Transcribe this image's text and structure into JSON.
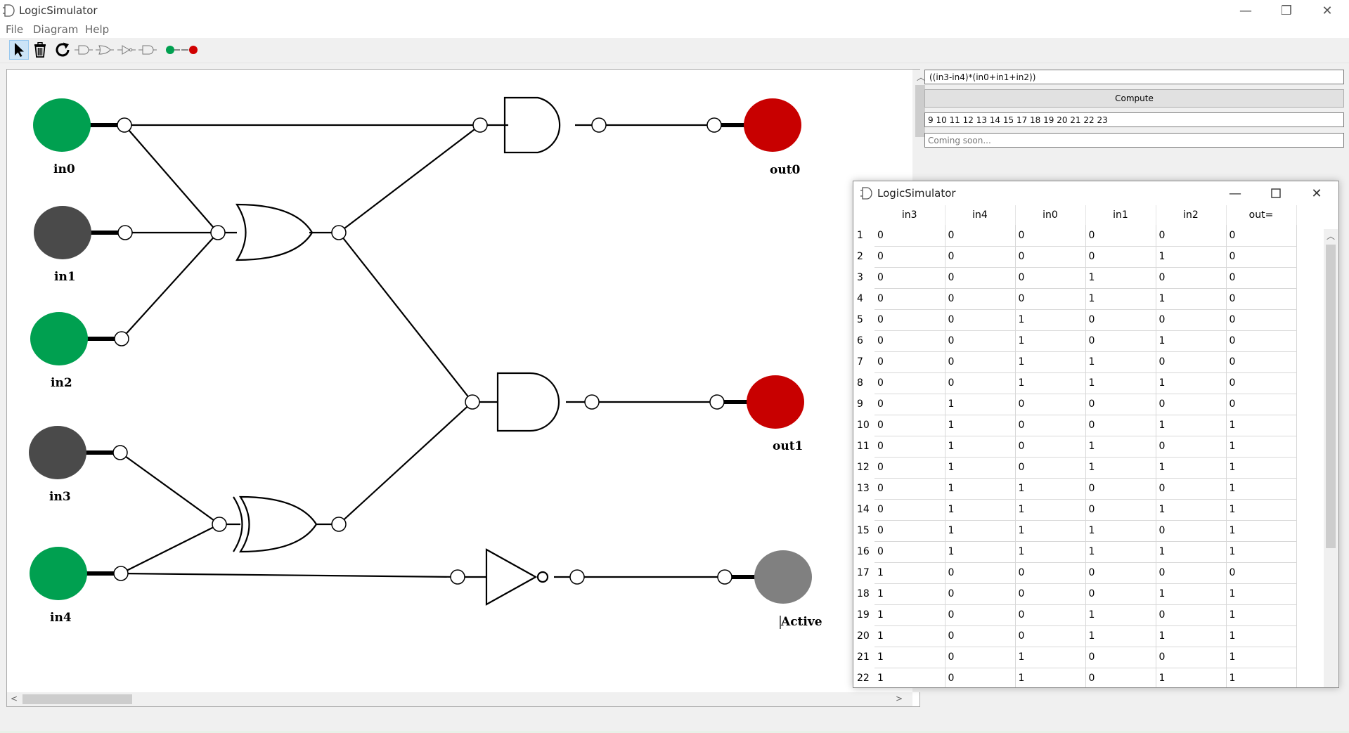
{
  "window": {
    "title": "LogicSimulator",
    "icon": "gate-icon",
    "minimize": "—",
    "maximize": "❐",
    "close": "✕"
  },
  "menu": [
    "File",
    "Diagram",
    "Help"
  ],
  "toolbar": {
    "tools": [
      "select-arrow-icon",
      "trash-icon",
      "refresh-icon",
      "and-gate-icon",
      "or-gate-icon",
      "not-gate-icon",
      "xor-gate-icon",
      "input-node-icon",
      "output-node-icon"
    ],
    "active_tool": "select-arrow-icon"
  },
  "circuit": {
    "inputs": [
      {
        "label": "in0",
        "state": "on"
      },
      {
        "label": "in1",
        "state": "off"
      },
      {
        "label": "in2",
        "state": "on"
      },
      {
        "label": "in3",
        "state": "off"
      },
      {
        "label": "in4",
        "state": "on"
      }
    ],
    "outputs": [
      {
        "label": "out0",
        "state": "on"
      },
      {
        "label": "out1",
        "state": "on"
      },
      {
        "label": "Active",
        "state": "inactive"
      }
    ],
    "gates": [
      "or",
      "xor",
      "and",
      "and",
      "not"
    ],
    "colors": {
      "on_input": "#00a050",
      "off_input": "#4a4a4a",
      "on_output": "#c80000",
      "inactive_output": "#808080"
    }
  },
  "panel": {
    "expression": "((in3-in4)*(in0+in1+in2))",
    "compute_label": "Compute",
    "minterms": "9 10 11 12 13 14 15 17 18 19 20 21 22 23",
    "coming_soon": "Coming soon..."
  },
  "truth_table": {
    "window_title": "LogicSimulator",
    "columns": [
      "in3",
      "in4",
      "in0",
      "in1",
      "in2",
      "out="
    ],
    "rows": [
      [
        0,
        0,
        0,
        0,
        0,
        0
      ],
      [
        0,
        0,
        0,
        0,
        1,
        0
      ],
      [
        0,
        0,
        0,
        1,
        0,
        0
      ],
      [
        0,
        0,
        0,
        1,
        1,
        0
      ],
      [
        0,
        0,
        1,
        0,
        0,
        0
      ],
      [
        0,
        0,
        1,
        0,
        1,
        0
      ],
      [
        0,
        0,
        1,
        1,
        0,
        0
      ],
      [
        0,
        0,
        1,
        1,
        1,
        0
      ],
      [
        0,
        1,
        0,
        0,
        0,
        0
      ],
      [
        0,
        1,
        0,
        0,
        1,
        1
      ],
      [
        0,
        1,
        0,
        1,
        0,
        1
      ],
      [
        0,
        1,
        0,
        1,
        1,
        1
      ],
      [
        0,
        1,
        1,
        0,
        0,
        1
      ],
      [
        0,
        1,
        1,
        0,
        1,
        1
      ],
      [
        0,
        1,
        1,
        1,
        0,
        1
      ],
      [
        0,
        1,
        1,
        1,
        1,
        1
      ],
      [
        1,
        0,
        0,
        0,
        0,
        0
      ],
      [
        1,
        0,
        0,
        0,
        1,
        1
      ],
      [
        1,
        0,
        0,
        1,
        0,
        1
      ],
      [
        1,
        0,
        0,
        1,
        1,
        1
      ],
      [
        1,
        0,
        1,
        0,
        0,
        1
      ],
      [
        1,
        0,
        1,
        0,
        1,
        1
      ]
    ]
  }
}
